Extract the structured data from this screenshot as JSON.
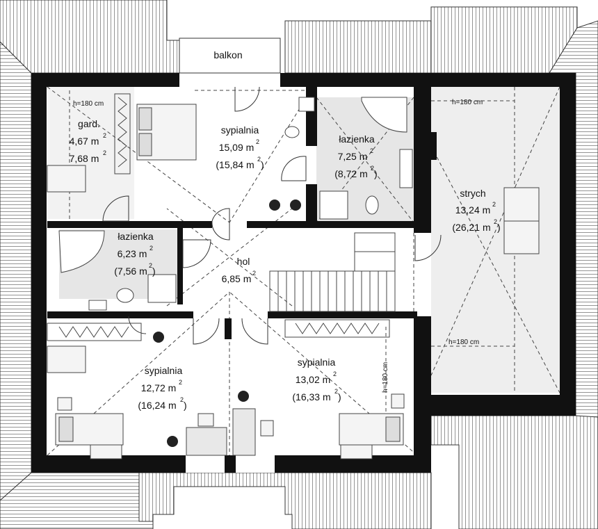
{
  "plan": {
    "balcony_label": "balkon",
    "colors": {
      "wall": "#111111",
      "roof_fill": "#ffffff",
      "roof_hatch": "#555555",
      "floor_gray": "#e6e6e6",
      "dash": "#444444"
    },
    "rooms": {
      "wardrobe": {
        "name": "gard.",
        "area_net": "4,67 m",
        "area_gross": "7,68 m",
        "height_note": "h=180 cm"
      },
      "bedroom_top": {
        "name": "sypialnia",
        "area_net": "15,09 m",
        "area_gross": "(15,84 m",
        "gross_close": ")"
      },
      "bath_top": {
        "name": "łazienka",
        "area_net": "7,25 m",
        "area_gross": "(8,72 m",
        "gross_close": ")"
      },
      "attic": {
        "name": "strych",
        "area_net": "13,24 m",
        "area_gross": "(26,21 m",
        "gross_close": ")",
        "height_note_top": "h=180 cm",
        "height_note_bottom": "h=180 cm"
      },
      "bath_left": {
        "name": "łazienka",
        "area_net": "6,23 m",
        "area_gross": "(7,56 m",
        "gross_close": ")"
      },
      "hall": {
        "name": "hol",
        "area_net": "6,85 m"
      },
      "bedroom_bl": {
        "name": "sypialnia",
        "area_net": "12,72 m",
        "area_gross": "(16,24 m",
        "gross_close": ")"
      },
      "bedroom_br": {
        "name": "sypialnia",
        "area_net": "13,02 m",
        "area_gross": "(16,33 m",
        "gross_close": ")",
        "height_note": "h=180 cm"
      }
    },
    "unit_sup": "2"
  }
}
